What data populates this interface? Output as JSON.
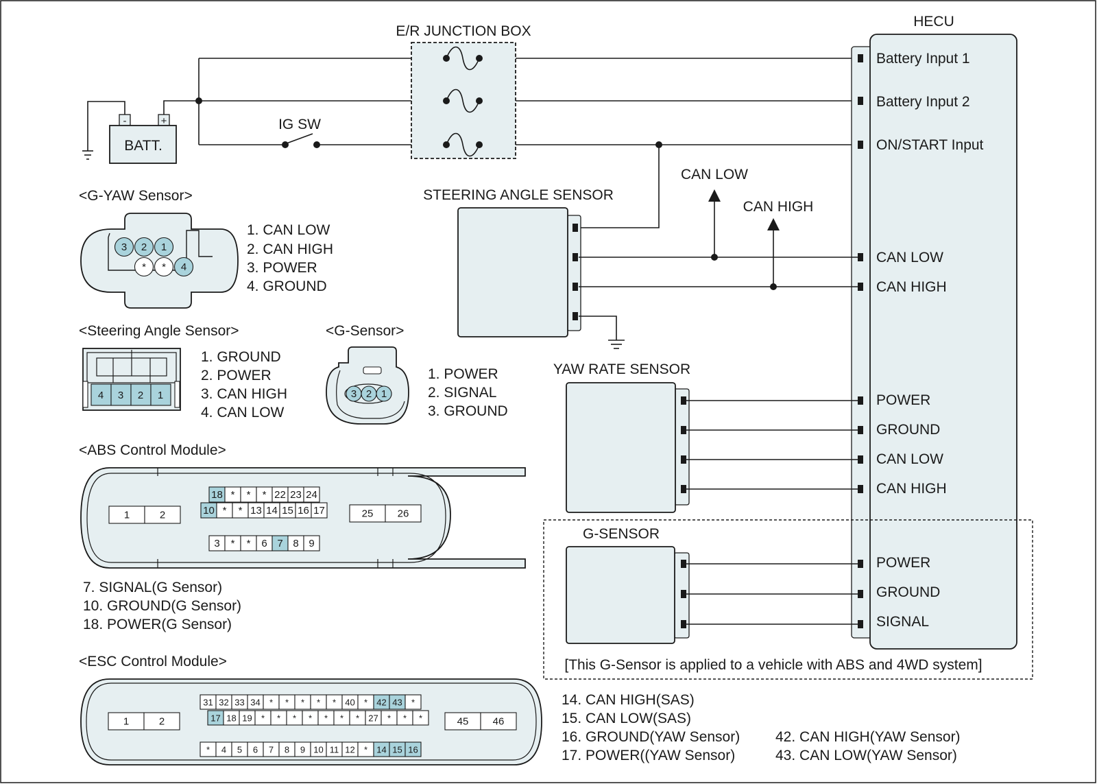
{
  "junction_box": {
    "title": "E/R JUNCTION BOX"
  },
  "battery": {
    "label": "BATT.",
    "minus": "-",
    "plus": "+"
  },
  "ig_switch": {
    "label": "IG SW"
  },
  "hecu": {
    "title": "HECU",
    "pins": [
      "Battery Input 1",
      "Battery Input 2",
      "ON/START Input",
      "CAN LOW",
      "CAN HIGH",
      "POWER",
      "GROUND",
      "CAN LOW",
      "CAN HIGH",
      "POWER",
      "GROUND",
      "SIGNAL"
    ]
  },
  "can_arrows": {
    "low": "CAN LOW",
    "high": "CAN HIGH"
  },
  "steering_sensor_block": {
    "title": "STEERING ANGLE SENSOR"
  },
  "yaw_sensor_block": {
    "title": "YAW RATE SENSOR"
  },
  "g_sensor_block": {
    "title": "G-SENSOR",
    "note": "[This G-Sensor is applied to a vehicle with ABS and 4WD system]"
  },
  "g_yaw_connector": {
    "title": "<G-YAW Sensor>",
    "top_pins": [
      "3",
      "2",
      "1"
    ],
    "bottom_pins": [
      "*",
      "*",
      "4"
    ],
    "legend": [
      "1. CAN LOW",
      "2. CAN HIGH",
      "3. POWER",
      "4. GROUND"
    ]
  },
  "steering_connector": {
    "title": "<Steering Angle Sensor>",
    "pins": [
      "4",
      "3",
      "2",
      "1"
    ],
    "legend": [
      "1. GROUND",
      "2. POWER",
      "3. CAN HIGH",
      "4. CAN LOW"
    ]
  },
  "g_sensor_connector": {
    "title": "<G-Sensor>",
    "pins": [
      "3",
      "2",
      "1"
    ],
    "legend": [
      "1. POWER",
      "2. SIGNAL",
      "3. GROUND"
    ]
  },
  "abs_module": {
    "title": "<ABS Control Module>",
    "left_pins": [
      "1",
      "2"
    ],
    "right_pins": [
      "25",
      "26"
    ],
    "row1": [
      "18",
      "*",
      "*",
      "*",
      "22",
      "23",
      "24"
    ],
    "row2": [
      "10",
      "*",
      "*",
      "13",
      "14",
      "15",
      "16",
      "17"
    ],
    "row3": [
      "3",
      "*",
      "*",
      "6",
      "7",
      "8",
      "9"
    ],
    "legend": [
      "7. SIGNAL(G Sensor)",
      "10. GROUND(G Sensor)",
      "18. POWER(G Sensor)"
    ]
  },
  "esc_module": {
    "title": "<ESC Control Module>",
    "left_pins": [
      "1",
      "2"
    ],
    "right_pins": [
      "45",
      "46"
    ],
    "row1": [
      "31",
      "32",
      "33",
      "34",
      "*",
      "*",
      "*",
      "*",
      "*",
      "40",
      "*",
      "42",
      "43",
      "*"
    ],
    "row2": [
      "17",
      "18",
      "19",
      "*",
      "*",
      "*",
      "*",
      "*",
      "*",
      "*",
      "27",
      "*",
      "*",
      "*"
    ],
    "row3": [
      "*",
      "4",
      "5",
      "6",
      "7",
      "8",
      "9",
      "10",
      "11",
      "12",
      "*",
      "14",
      "15",
      "16"
    ],
    "legend_left": [
      "14. CAN HIGH(SAS)",
      "15. CAN LOW(SAS)",
      "16. GROUND(YAW Sensor)",
      "17. POWER((YAW Sensor)"
    ],
    "legend_right": [
      "42. CAN HIGH(YAW Sensor)",
      "43. CAN LOW(YAW Sensor)"
    ]
  }
}
